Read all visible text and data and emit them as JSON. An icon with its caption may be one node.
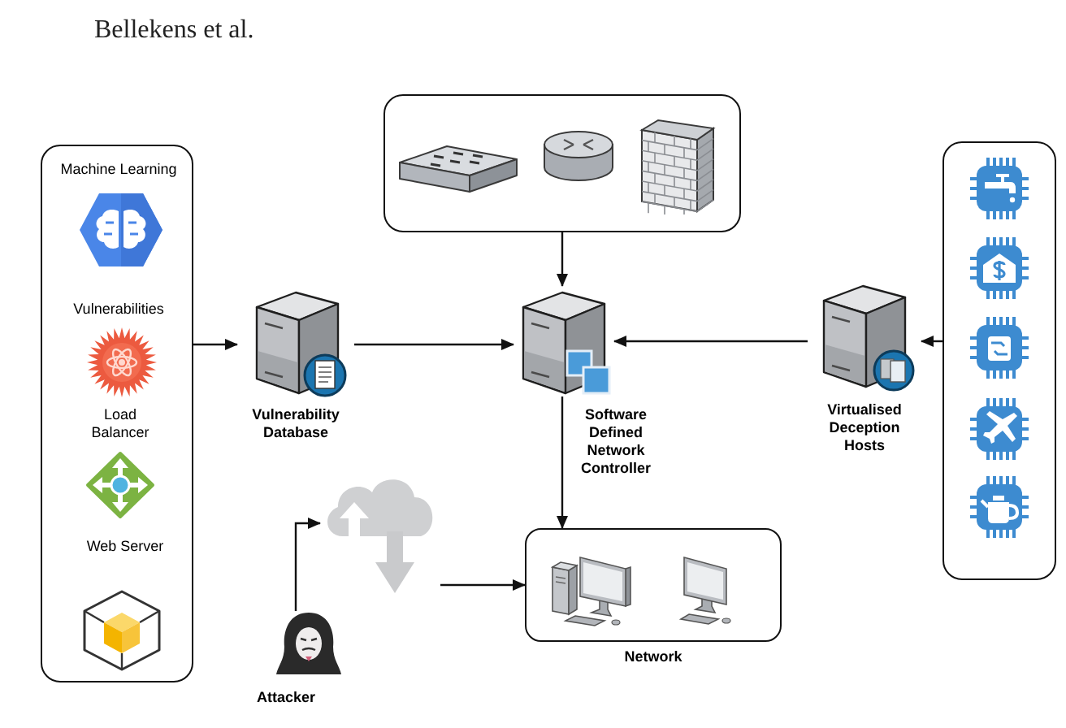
{
  "diagram": {
    "nodes": [
      {
        "text": [
          "Machine Learning",
          "Vulnerabilities",
          "Load Balancer",
          "Web Server"
        ]
      },
      {
        "text": [],
        "shape": "box"
      },
      {
        "text": [
          "Vulnerability Database"
        ]
      },
      {
        "text": [],
        "shape": "picture",
        "beside": [
          "Software Defined Network Controller"
        ]
      },
      {
        "text": [
          "Virtualised Deception Hosts"
        ]
      },
      {
        "text": [],
        "shape": "box"
      },
      {
        "text": [],
        "shape": "cloud"
      },
      {
        "text": [
          "Attacker"
        ]
      },
      {
        "text": [
          "Network"
        ]
      }
    ],
    "edges": [
      {
        "from": 0,
        "to": 2,
        "arrow": "to"
      },
      {
        "from": 2,
        "to": 3,
        "arrow": "to"
      },
      {
        "from": 1,
        "to": 3,
        "arrow": "to"
      },
      {
        "from": 4,
        "to": 3,
        "arrow": "to"
      },
      {
        "from": 5,
        "to": 4,
        "arrow": "to"
      },
      {
        "from": 3,
        "to": 8,
        "arrow": "to"
      },
      {
        "from": 7,
        "to": 6,
        "arrow": "to"
      },
      {
        "from": 6,
        "to": 8,
        "arrow": "to"
      }
    ],
    "labels": [
      "Bellekens et al."
    ]
  }
}
